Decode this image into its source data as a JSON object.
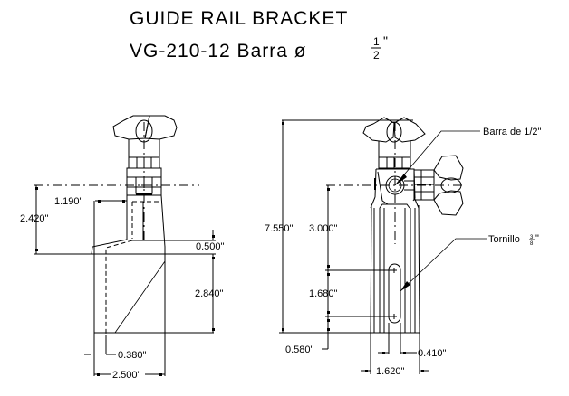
{
  "title": {
    "line1": "GUIDE RAIL BRACKET",
    "line2_model": "VG-210-12 Barra ",
    "line2_phi": "ø",
    "line2_frac_num": "1",
    "line2_frac_den": "2",
    "line2_inch": "\""
  },
  "side_view": {
    "dimensions": {
      "height_to_axis": "2.420\"",
      "offset": "1.190\"",
      "step": "0.500\"",
      "base_height": "2.840\"",
      "inner_offset": "0.380\"",
      "base_width": "2.500\""
    }
  },
  "front_view": {
    "dimensions": {
      "total_height": "7.550\"",
      "axis_height": "3.000\"",
      "slot_spacing": "1.680\"",
      "slot_bottom": "0.580\"",
      "slot_offset": "0.410\"",
      "width": "1.620\""
    },
    "callouts": {
      "bar": "Barra de 1/2\"",
      "screw": "Tornillo ",
      "screw_frac_num": "3",
      "screw_frac_den": "8",
      "screw_inch": "\""
    }
  }
}
